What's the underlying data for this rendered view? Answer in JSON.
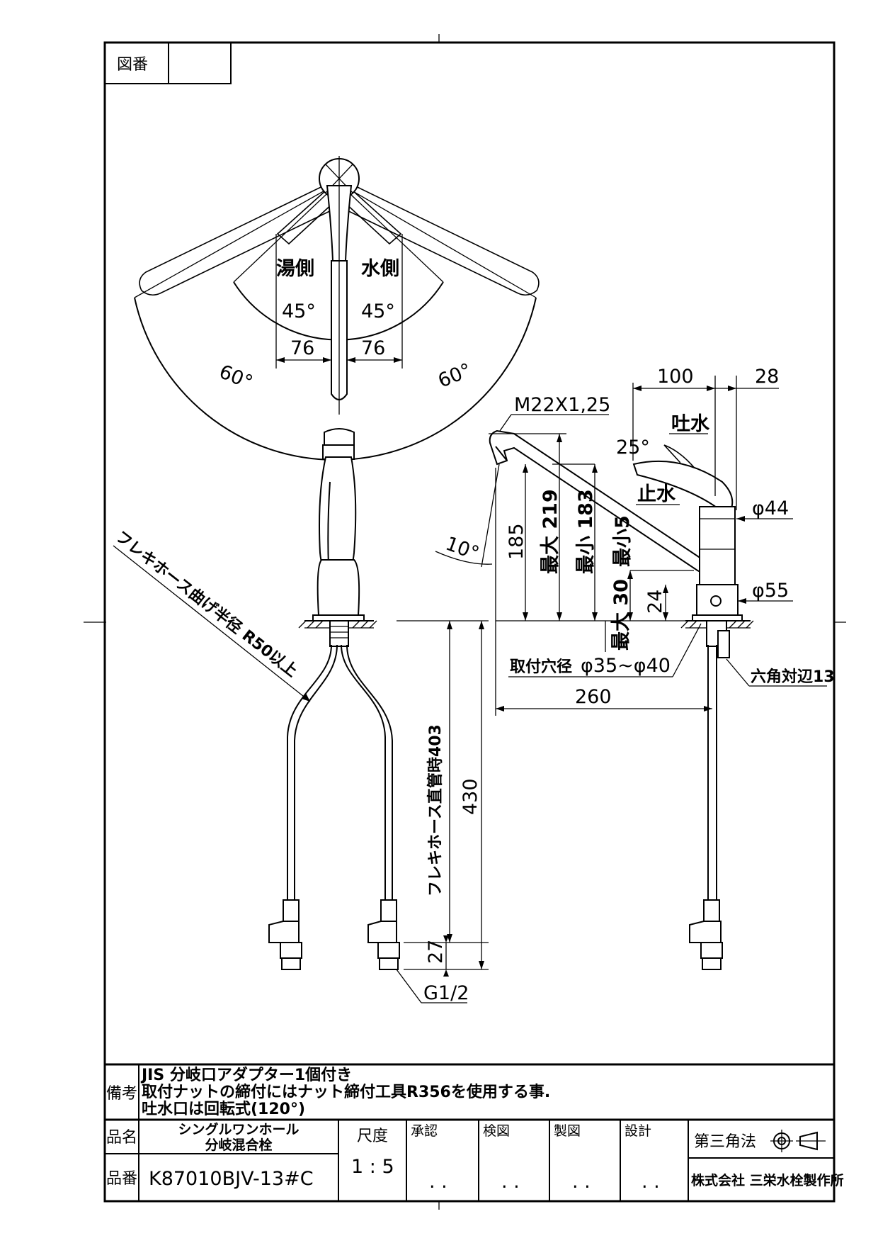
{
  "title_block": {
    "drawing_number_label": "図番",
    "drawing_number_value": "",
    "remarks_label": "備考",
    "remarks": [
      "JIS 分岐口アダプター1個付き",
      "取付ナットの締付にはナット締付工具R356を使用する事.",
      "吐水口は回転式(120°)"
    ],
    "product_name_label": "品名",
    "product_name_lines": [
      "シングルワンホール",
      "分岐混合栓"
    ],
    "product_number_label": "品番",
    "product_number": "K87010BJV-13#C",
    "scale_label": "尺度",
    "scale_value": "1 : 5",
    "approval_label": "承認",
    "inspection_label": "検図",
    "drafting_label": "製図",
    "design_label": "設計",
    "signature_placeholder": ". .",
    "projection_label": "第三角法",
    "company": "株式会社 三栄水栓製作所"
  },
  "top_view": {
    "hot_label": "湯側",
    "cold_label": "水側",
    "angle_hot": "45°",
    "angle_cold": "45°",
    "dim_left": "76",
    "dim_right": "76",
    "angle_max_left": "60°",
    "angle_max_right": "60°"
  },
  "front_view": {
    "hose_bend_note": "フレキホース曲げ半径 R50以上",
    "hose_length_note": "フレキホース直管時403",
    "total_length": "430",
    "fitting_height": "27",
    "thread_label": "G1/2"
  },
  "side_view": {
    "dim_100": "100",
    "dim_28": "28",
    "thread_spec": "M22X1,25",
    "discharge_label": "吐水",
    "stop_label": "止水",
    "angle_25": "25°",
    "angle_10": "10°",
    "dim_185": "185",
    "dim_max_219": "最大 219",
    "dim_min_183": "最小 183",
    "dim_min_15": "最小5",
    "dim_max_30": "最大 30",
    "dim_24": "24",
    "dia_44": "φ44",
    "dia_55": "φ55",
    "mount_hole": "取付穴径",
    "mount_hole_range": "φ35~φ40",
    "dim_260": "260",
    "hex_note": "六角対辺13"
  }
}
